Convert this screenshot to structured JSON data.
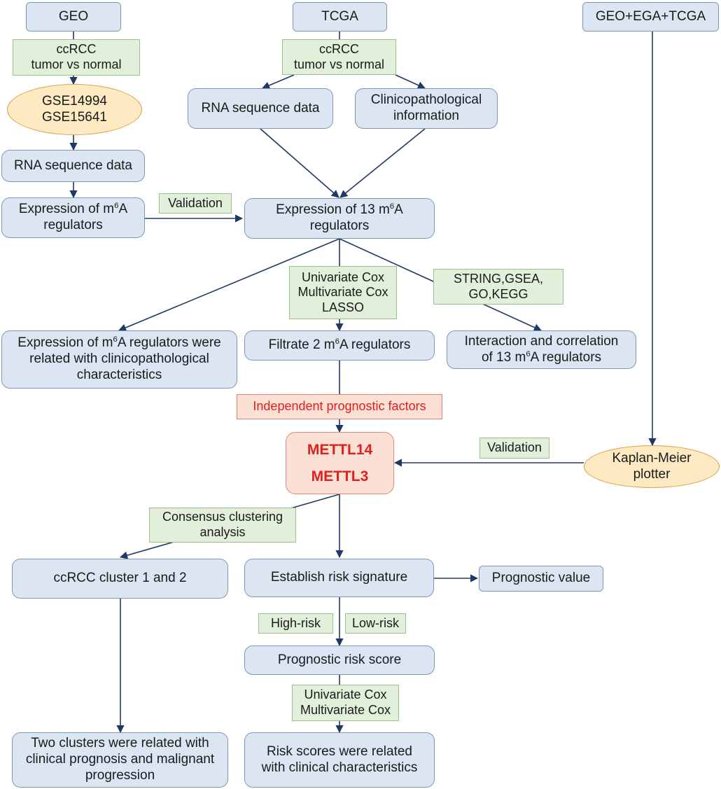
{
  "colors": {
    "blue_fill": "#dce6f2",
    "blue_border": "#7f97b8",
    "green_fill": "#e2efda",
    "green_border": "#9cc08a",
    "ellipse_fill": "#fde9c2",
    "ellipse_border": "#d8a24a",
    "highlight_fill": "#fbe0d6",
    "highlight_text": "#e0201c",
    "arrow": "#1f3864"
  },
  "sources": {
    "geo": "GEO",
    "tcga": "TCGA",
    "geo_ega_tcga": "GEO+EGA+TCGA"
  },
  "left_branch": {
    "ccrcc_label": [
      "ccRCC",
      "tumor vs normal"
    ],
    "datasets": [
      "GSE14994",
      "GSE15641"
    ],
    "rna_data": "RNA sequence data",
    "expression": {
      "line1_pre": "Expression of m",
      "sup": "6",
      "line1_post": "A",
      "line2": "regulators"
    }
  },
  "validation_1": "Validation",
  "tcga_branch": {
    "ccrcc_label": [
      "ccRCC",
      "tumor vs normal"
    ],
    "rna_data": "RNA sequence data",
    "clinical": [
      "Clinicopathological",
      "information"
    ],
    "expression13": {
      "line1_pre": "Expression of 13 m",
      "sup": "6",
      "line1_post": "A",
      "line2": "regulators"
    }
  },
  "analysis": {
    "cox_lasso": [
      "Univariate Cox",
      "Multivariate Cox",
      "LASSO"
    ],
    "string_gsea": [
      "STRING,GSEA,",
      "GO,KEGG"
    ],
    "clinico_related": {
      "line1_pre": "Expression of m",
      "sup": "6",
      "line1_post": "A regulators were",
      "line2": "related with clinicopathological",
      "line3": "characteristics"
    },
    "filtrate": {
      "pre": "Filtrate 2 m",
      "sup": "6",
      "post": "A regulators"
    },
    "interaction": {
      "line1": "Interaction and correlation",
      "line2_pre": "of 13 m",
      "sup": "6",
      "line2_post": "A regulators"
    }
  },
  "independent_label": "Independent prognostic factors",
  "key_genes": [
    "METTL14",
    "METTL3"
  ],
  "validation_2": "Validation",
  "kaplan_meier": [
    "Kaplan-Meier",
    "plotter"
  ],
  "consensus_label": [
    "Consensus clustering",
    "analysis"
  ],
  "cluster": "ccRCC cluster 1 and 2",
  "risk_signature": "Establish risk signature",
  "prognostic_value": "Prognostic value",
  "risk_labels": {
    "high": "High-risk",
    "low": "Low-risk"
  },
  "risk_score": "Prognostic risk score",
  "cox_labels": [
    "Univariate Cox",
    "Multivariate Cox"
  ],
  "clusters_result": [
    "Two clusters were related with",
    "clinical prognosis and malignant",
    "progression"
  ],
  "risk_result": [
    "Risk scores were related",
    "with clinical characteristics"
  ]
}
